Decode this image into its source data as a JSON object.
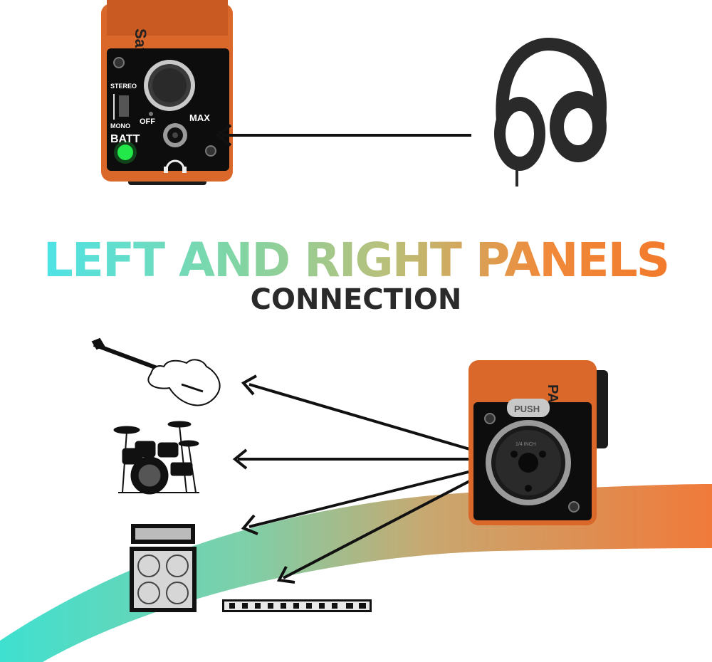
{
  "headline": {
    "title": "LEFT AND RIGHT PANELS",
    "subtitle": "CONNECTION"
  },
  "left_panel": {
    "brand_partial": "Savel",
    "switch_top_label": "STEREO",
    "switch_bottom_label": "MONO",
    "knob_off_label": "OFF",
    "knob_max_label": "MAX",
    "battery_label": "BATT",
    "led_color": "#23e84a",
    "body_color": "#d9682a"
  },
  "right_panel": {
    "brand_partial": "PA",
    "push_label": "PUSH",
    "jack_text": "1/4 INCH",
    "body_color": "#d9682a"
  },
  "sources": [
    {
      "icon": "electric-guitar-icon"
    },
    {
      "icon": "drum-kit-icon"
    },
    {
      "icon": "guitar-amp-cabinet-icon"
    },
    {
      "icon": "rack-mixer-icon"
    }
  ],
  "output_icon": "headphones-icon",
  "colors": {
    "sweep_start": "#3fe0d0",
    "sweep_end": "#f07a3a",
    "arrow": "#111111"
  }
}
